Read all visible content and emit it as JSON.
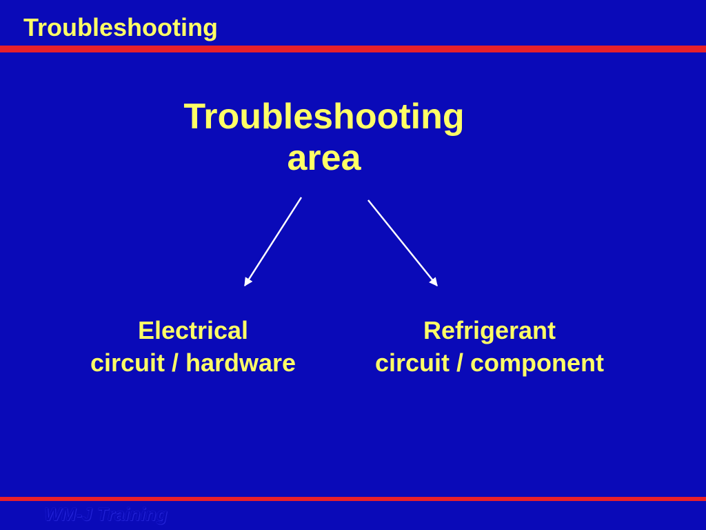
{
  "header": {
    "title": "Troubleshooting"
  },
  "diagram": {
    "root": {
      "line1": "Troubleshooting",
      "line2": "area"
    },
    "branches": [
      {
        "line1": "Electrical",
        "line2": "circuit / hardware"
      },
      {
        "line1": "Refrigerant",
        "line2": "circuit / component"
      }
    ]
  },
  "footer": {
    "text": "WM-J Training"
  },
  "colors": {
    "background": "#0a0ab8",
    "text": "#ffff66",
    "rule": "#e8202a",
    "arrow": "#ffffff"
  }
}
